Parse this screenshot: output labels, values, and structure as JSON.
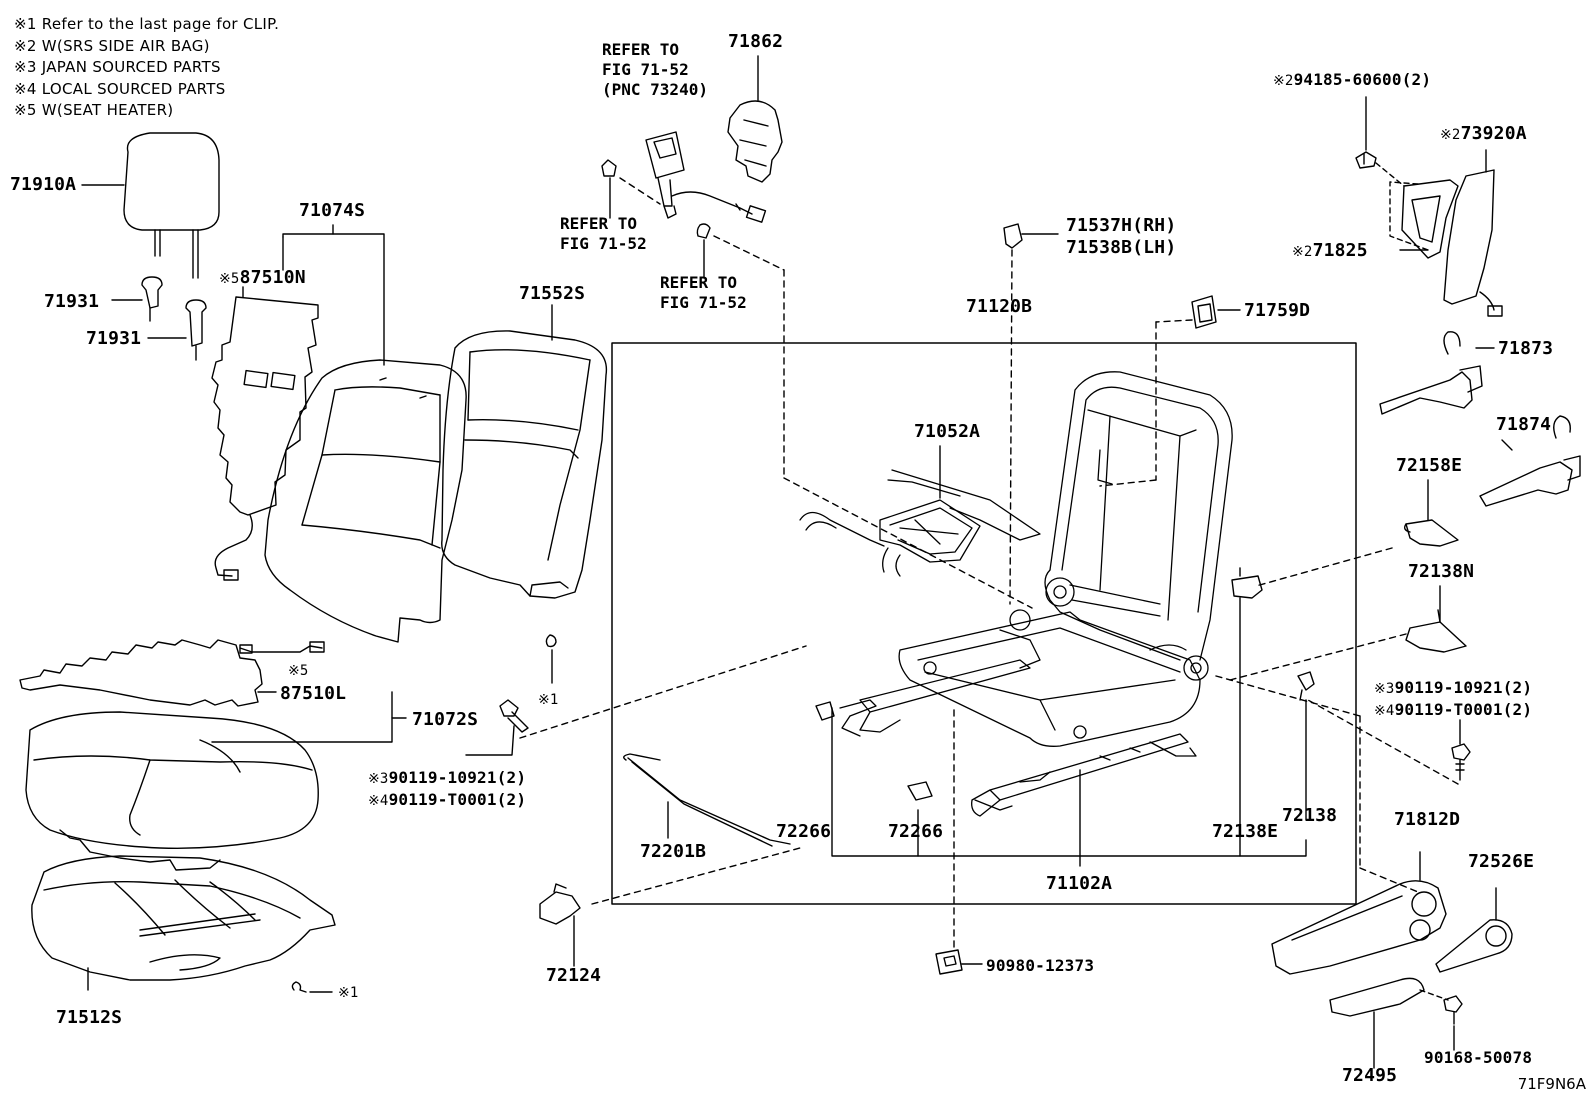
{
  "notes": [
    "※1  Refer to the last page for CLIP.",
    "※2  W(SRS SIDE AIR BAG)",
    "※3  JAPAN SOURCED PARTS",
    "※4  LOCAL SOURCED PARTS",
    "※5  W(SEAT HEATER)"
  ],
  "refs": {
    "belt": "REFER TO\nFIG 71-52\n(PNC 73240)",
    "anchor_a": "REFER TO\nFIG 71-52",
    "anchor_b": "REFER TO\nFIG 71-52"
  },
  "labels": {
    "p71910A": "71910A",
    "p71931a": "71931",
    "p71931b": "71931",
    "p71074S": "71074S",
    "p87510N_mark": "※5",
    "p87510N": "87510N",
    "p71552S": "71552S",
    "p71862": "71862",
    "p71537H": "71537H(RH)",
    "p71538B": "71538B(LH)",
    "p71120B": "71120B",
    "p71759D": "71759D",
    "p94185_mark": "※2",
    "p94185": "94185-60600(2)",
    "p73920A_mark": "※2",
    "p73920A": "73920A",
    "p71825_mark": "※2",
    "p71825": "71825",
    "p71873": "71873",
    "p71874": "71874",
    "p71052A": "71052A",
    "p72158E": "72158E",
    "p72138N": "72138N",
    "p90119r_a_mark": "※3",
    "p90119r_a": "90119-10921(2)",
    "p90119r_b_mark": "※4",
    "p90119r_b": "90119-T0001(2)",
    "p87510L_mark": "※5",
    "p87510L": "87510L",
    "p71072S": "71072S",
    "p90119l_a_mark": "※3",
    "p90119l_a": "90119-10921(2)",
    "p90119l_b_mark": "※4",
    "p90119l_b": "90119-T0001(2)",
    "clip1_a": "※1",
    "clip1_b": "※1",
    "p72201B": "72201B",
    "p72266a": "72266",
    "p72266b": "72266",
    "p72138E": "72138E",
    "p72138": "72138",
    "p71812D": "71812D",
    "p72526E": "72526E",
    "p71102A": "71102A",
    "p72124": "72124",
    "p90980": "90980-12373",
    "p71512S": "71512S",
    "p72495": "72495",
    "p90168": "90168-50078"
  },
  "figure_code": "71F9N6A"
}
